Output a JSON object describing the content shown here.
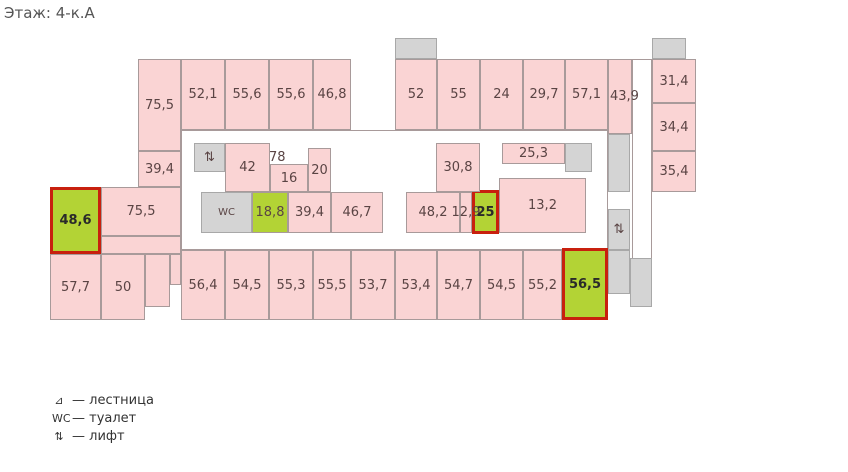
{
  "title": "Этаж: 4-к.А",
  "colors": {
    "office": "#fad4d4",
    "service": "#d4d4d4",
    "available": "#b3d335",
    "highlight_border": "#c8200e"
  },
  "rooms": [
    "75,5",
    "52,1",
    "55,6",
    "55,6",
    "46,8",
    "52",
    "55",
    "24",
    "29,7",
    "57,1",
    "43,9",
    "31,4",
    "34,4",
    "35,4",
    "39,4",
    "48,6",
    "75,5",
    "57,7",
    "50",
    "42",
    "78",
    "16",
    "20",
    "18,8",
    "39,4",
    "46,7",
    "48,2",
    "12,9",
    "25",
    "30,8",
    "25,3",
    "13,2",
    "56,4",
    "54,5",
    "55,3",
    "55,5",
    "53,7",
    "53,4",
    "54,7",
    "54,5",
    "55,2",
    "56,5"
  ],
  "symbols": {
    "wc": "WC",
    "lift": "⇅"
  },
  "legend": [
    {
      "icon": "stairs-icon",
      "symbol": "⊿",
      "label": "— лестница"
    },
    {
      "icon": "wc-icon",
      "symbol": "WC",
      "label": "— туалет"
    },
    {
      "icon": "lift-icon",
      "symbol": "⇅",
      "label": "— лифт"
    }
  ]
}
